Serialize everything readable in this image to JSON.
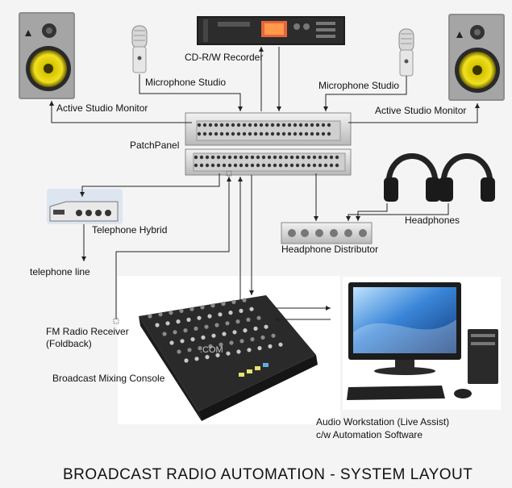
{
  "labels": {
    "cd_recorder": "CD-R/W Recorder",
    "mic_left": "Microphone Studio",
    "mic_right": "Microphone Studio",
    "monitor_left": "Active Studio Monitor",
    "monitor_right": "Active Studio Monitor",
    "patch_panel": "PatchPanel",
    "telephone_hybrid": "Telephone Hybrid",
    "telephone_line": "telephone line",
    "headphones": "Headphones",
    "headphone_distributor": "Headphone Distributor",
    "fm_receiver_1": "FM Radio Receiver",
    "fm_receiver_2": "(Foldback)",
    "mixing_console": "Broadcast Mixing Console",
    "workstation_1": "Audio Workstation (Live Assist)",
    "workstation_2": "c/w Automation Software",
    "watermark": ".COM"
  },
  "title": "BROADCAST RADIO AUTOMATION - SYSTEM LAYOUT",
  "colors": {
    "background": "#f4f4f4",
    "speaker_cone": "#e8d81a",
    "line": "#222222",
    "screen": "#2b6fc4"
  },
  "icons": [
    "speaker-icon",
    "microphone-icon",
    "cd-recorder-icon",
    "patch-panel-icon",
    "telephone-hybrid-icon",
    "headphones-icon",
    "headphone-amp-icon",
    "mixing-console-icon",
    "computer-icon"
  ]
}
